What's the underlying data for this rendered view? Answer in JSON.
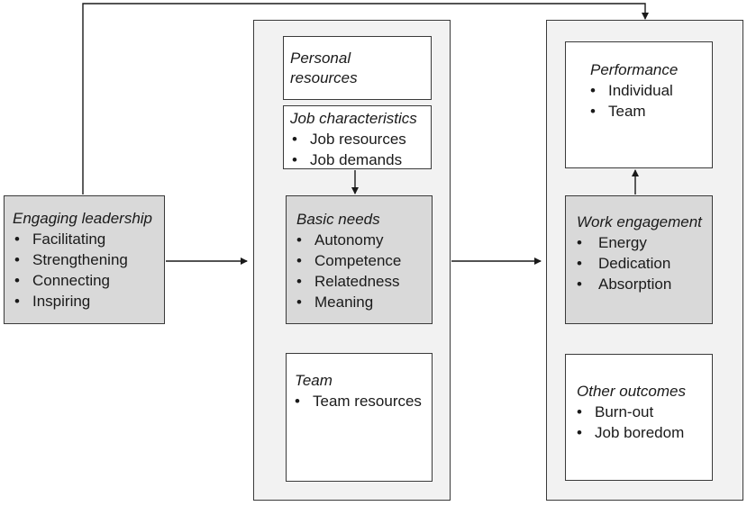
{
  "leadership": {
    "title": "Engaging leadership",
    "items": [
      "Facilitating",
      "Strengthening",
      "Connecting",
      "Inspiring"
    ]
  },
  "personal_resources": {
    "title_line1": "Personal",
    "title_line2": "resources"
  },
  "job_characteristics": {
    "title": "Job characteristics",
    "items": [
      "Job resources",
      "Job demands"
    ]
  },
  "basic_needs": {
    "title": "Basic needs",
    "items": [
      "Autonomy",
      "Competence",
      "Relatedness",
      "Meaning"
    ]
  },
  "team": {
    "title": "Team",
    "items": [
      "Team resources"
    ]
  },
  "performance": {
    "title": "Performance",
    "items": [
      "Individual",
      "Team"
    ]
  },
  "work_engagement": {
    "title": "Work engagement",
    "items": [
      "Energy",
      "Dedication",
      "Absorption"
    ]
  },
  "other_outcomes": {
    "title": "Other outcomes",
    "items": [
      "Burn-out",
      "Job boredom"
    ]
  }
}
